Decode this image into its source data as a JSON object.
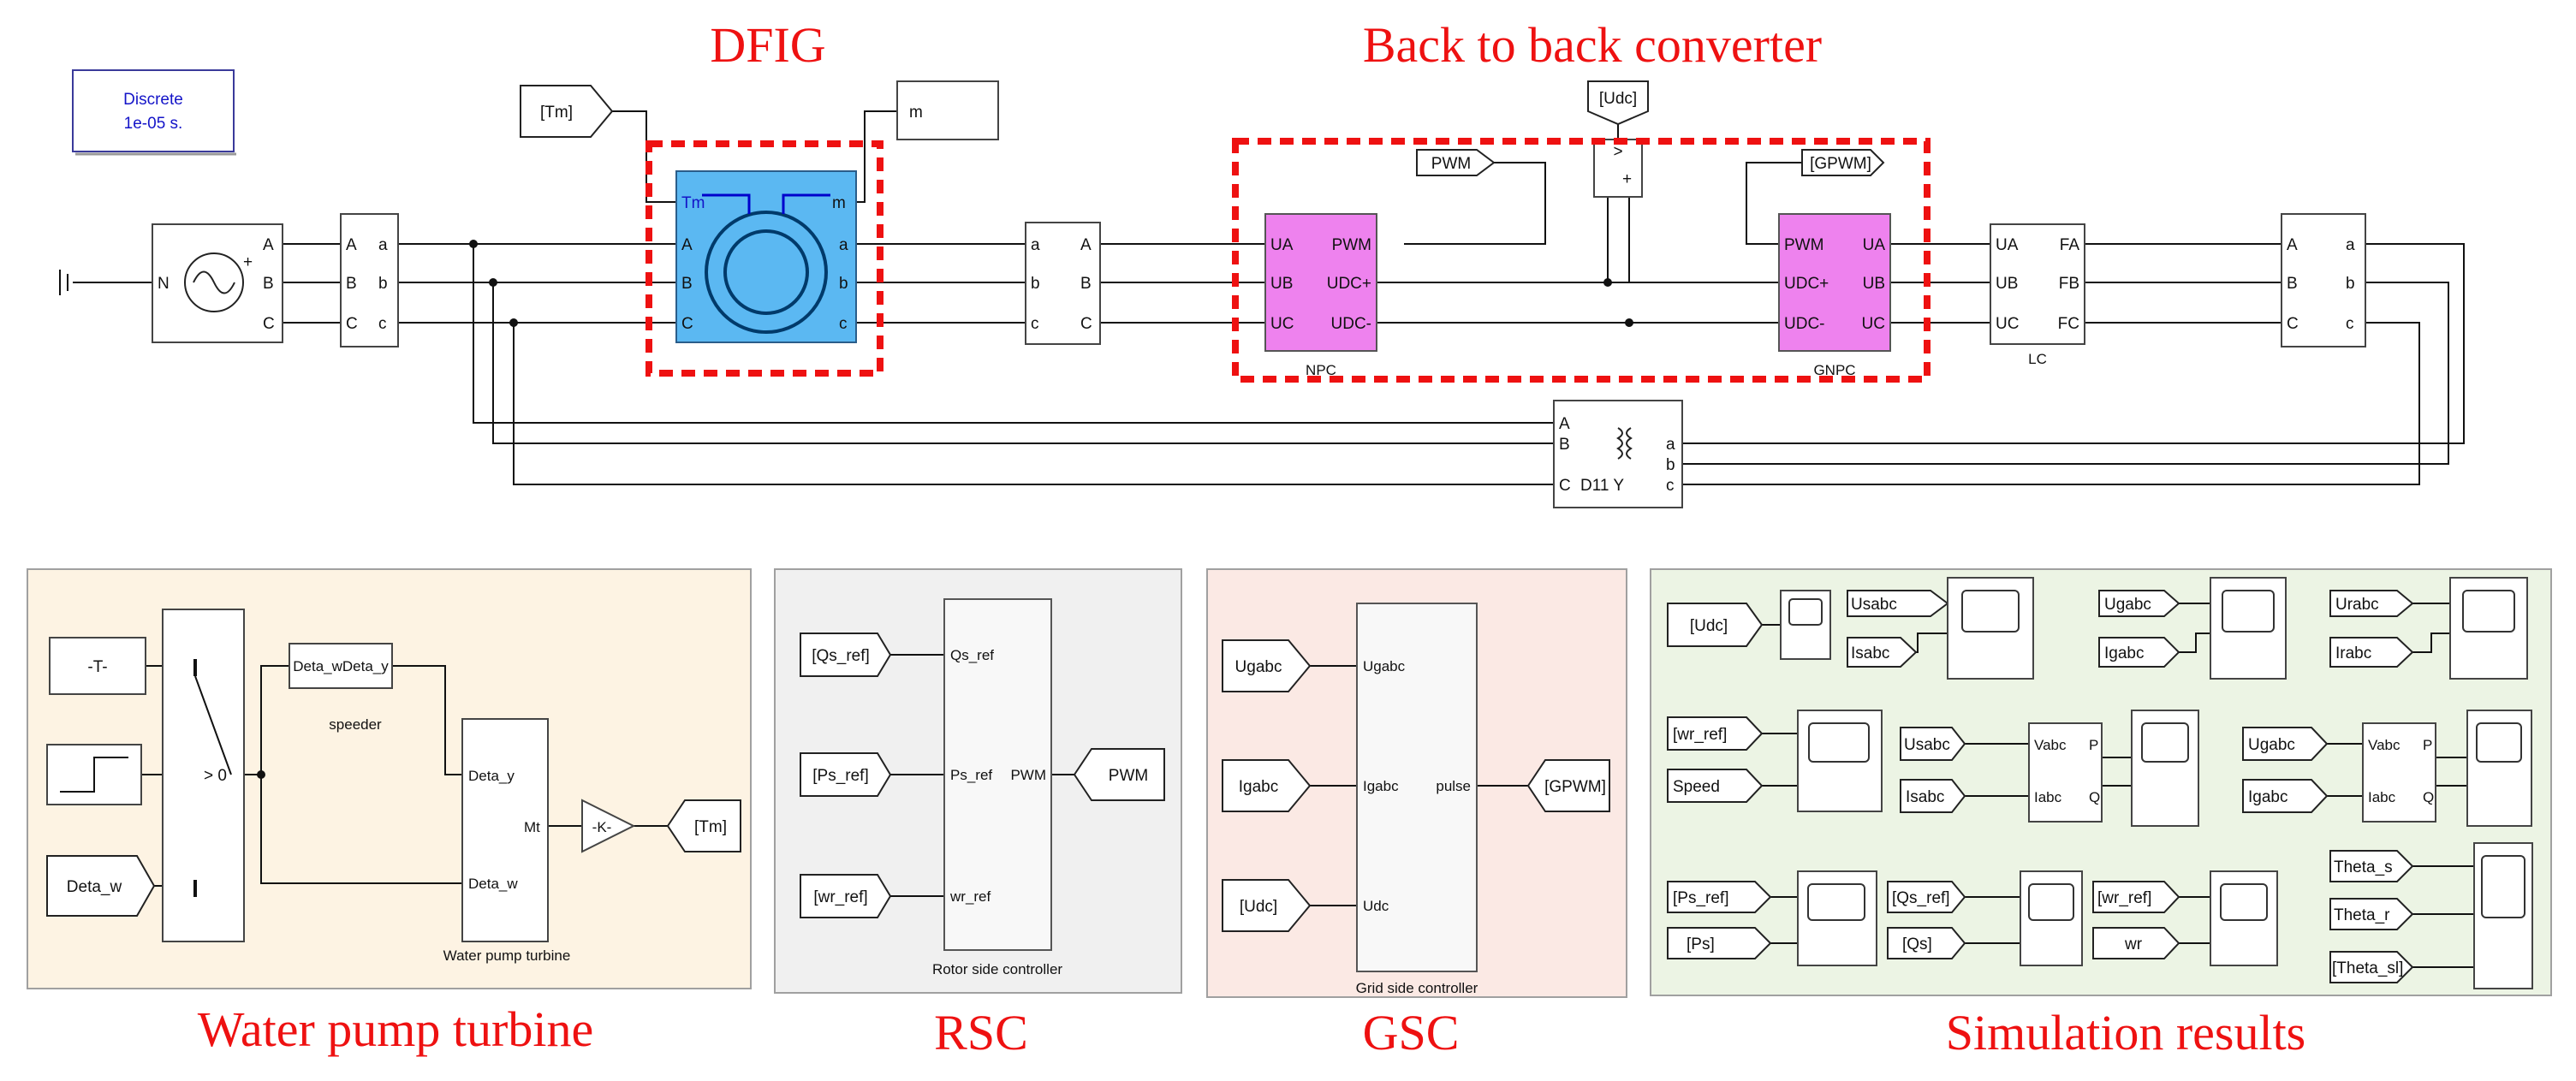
{
  "titles": {
    "dfig": "DFIG",
    "b2b": "Back to back converter",
    "pump": "Water pump turbine",
    "rsc": "RSC",
    "gsc": "GSC",
    "sim": "Simulation results"
  },
  "powergui": {
    "line1": "Discrete",
    "line2": "1e-05 s."
  },
  "tags": {
    "tm": "[Tm]",
    "udc": "[Udc]",
    "pwm": "PWM",
    "gpwm": "[GPWM]",
    "m": "m"
  },
  "ports": {
    "abc_upper": [
      "A",
      "B",
      "C"
    ],
    "abc_lower": [
      "a",
      "b",
      "c"
    ],
    "n": "N",
    "tm": "Tm",
    "ua": "UA",
    "ub": "UB",
    "uc": "UC",
    "pwm": "PWM",
    "udcp": "UDC+",
    "udcm": "UDC-",
    "fa": "FA",
    "fb": "FB",
    "fc": "FC",
    "gt": ">"
  },
  "blocks": {
    "npc": "NPC",
    "gnpc": "GNPC",
    "lc": "LC",
    "transformer": "D11   Y"
  },
  "pump": {
    "constant": "-T-",
    "switch_cond": "> 0",
    "deta_w_in": "Deta_w",
    "speeder_port": "Deta_wDeta_y",
    "speeder_caption": "speeder",
    "turbine_in1": "Deta_y",
    "turbine_in2": "Deta_w",
    "turbine_out": "Mt",
    "turbine_caption": "Water pump turbine",
    "gain": "-K-",
    "tm_out": "[Tm]"
  },
  "rsc": {
    "inputs": [
      "[Qs_ref]",
      "[Ps_ref]",
      "[wr_ref]"
    ],
    "ports": [
      "Qs_ref",
      "Ps_ref",
      "wr_ref"
    ],
    "out_port": "PWM",
    "out_tag": "PWM",
    "caption": "Rotor side controller"
  },
  "gsc": {
    "inputs": [
      "Ugabc",
      "Igabc",
      "[Udc]"
    ],
    "ports": [
      "Ugabc",
      "Igabc",
      "Udc"
    ],
    "out_port": "pulse",
    "out_tag": "[GPWM]",
    "caption": "Grid side controller"
  },
  "sim": {
    "tags": {
      "udc": "[Udc]",
      "usabc": "Usabc",
      "isabc": "Isabc",
      "ugabc": "Ugabc",
      "igabc": "Igabc",
      "urabc": "Urabc",
      "irabc": "Irabc",
      "wr_ref": "[wr_ref]",
      "speed": "Speed",
      "usabc2": "Usabc",
      "isabc2": "Isabc",
      "ugabc2": "Ugabc",
      "igabc2": "Igabc",
      "ps_ref": "[Ps_ref]",
      "ps": "[Ps]",
      "qs_ref": "[Qs_ref]",
      "qs": "[Qs]",
      "wr_ref2": "[wr_ref]",
      "wr": "wr",
      "theta_s": "Theta_s",
      "theta_r": "Theta_r",
      "theta_sl": "[Theta_sl]"
    },
    "pq_ports": {
      "vabc": "Vabc",
      "iabc": "Iabc",
      "p": "P",
      "q": "Q"
    }
  }
}
